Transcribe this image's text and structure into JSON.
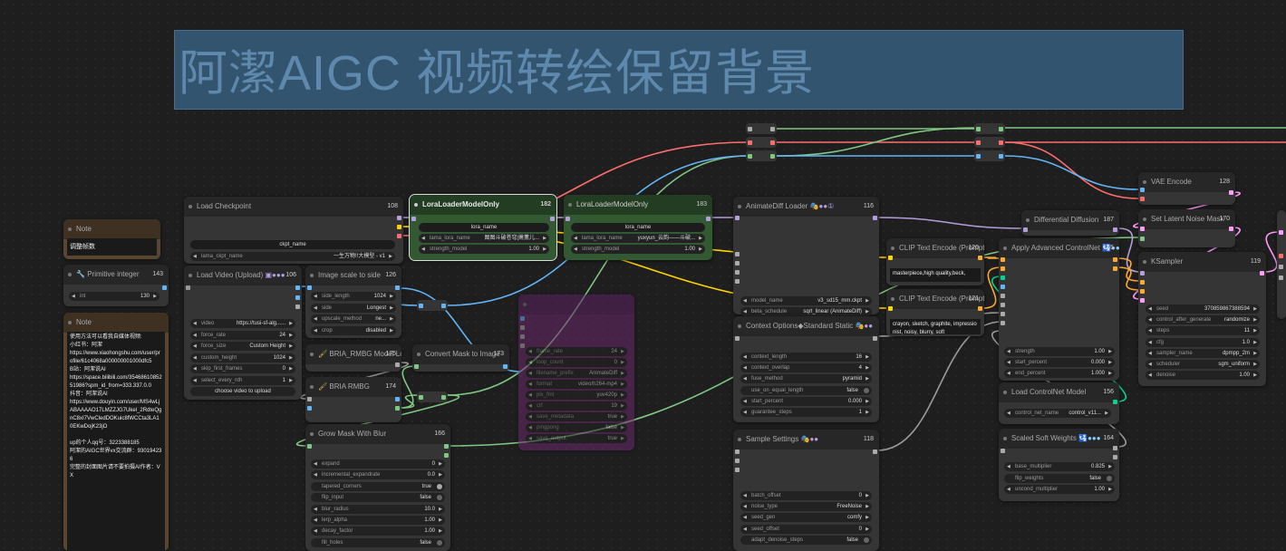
{
  "group": {
    "title": "阿潔AIGC 视频转绘保留背景"
  },
  "colors": {
    "vae": "#ff6e6e",
    "model": "#b39ddb",
    "clip": "#ffd500",
    "image": "#64b5f6",
    "mask": "#81c784",
    "latent": "#ff9cf9",
    "cond": "#ffa931",
    "controlnet": "#00d68f"
  },
  "nodes": {
    "note1": {
      "title": "Note",
      "text": "调整帧数"
    },
    "primitive": {
      "title": "Primitive integer",
      "id": "143",
      "w_int_label": "int",
      "w_int_value": "130"
    },
    "note2": {
      "title": "Note",
      "text": "使用方法可以看我自媒体视频:\n小红书：阿潔\nhttps://www.xiaohongshu.com/user/profile/61c4068a000000001000dfc5\nB站：阿潔说AI\nhttps://space.bilibili.com/3546861085251986?spm_id_from=333.337.0.0\n抖音：阿潔说AI\nhttps://www.douyin.com/user/MS4wLjABAAAAO17LMZZJG7Ukel_2RdteQgnC8xI7VwCledDOKuic8fWCCta3LA10EKwDojK23jO\n\nup的个人qq号：3223388185\n阿潔的AIGC世界vx交流群：930194236\n完整的封面图片请不要拍摄AI作者：VX"
    },
    "ckpt": {
      "title": "Load Checkpoint",
      "id": "108",
      "w_title": "ckpt_name",
      "w_label": "lama_ckpt_name",
      "w_value": "一生万物!!大模型 - v1"
    },
    "video": {
      "title": "Load Video (Upload)",
      "id": "106",
      "rows": [
        {
          "label": "video",
          "value": "https://tusi-sf-alg......"
        },
        {
          "label": "force_rate",
          "value": "24"
        },
        {
          "label": "force_size",
          "value": "Custom Height"
        },
        {
          "label": "custom_height",
          "value": "1024"
        },
        {
          "label": "skip_first_frames",
          "value": "0"
        },
        {
          "label": "select_every_nth",
          "value": "1"
        }
      ],
      "button": "choose video to upload"
    },
    "scale": {
      "title": "Image scale to side",
      "id": "126",
      "rows": [
        {
          "label": "side_length",
          "value": "1024"
        },
        {
          "label": "side",
          "value": "Longest"
        },
        {
          "label": "upscale_method",
          "value": "ne..."
        },
        {
          "label": "crop",
          "value": "disabled"
        }
      ]
    },
    "bria_loader": {
      "title": "BRIA_RMBG Model Loader",
      "id": "175"
    },
    "bria": {
      "title": "BRIA RMBG",
      "id": "174"
    },
    "convmask": {
      "title": "Convert Mask to Image",
      "id": "173"
    },
    "lora1": {
      "title": "LoraLoaderModelOnly",
      "id": "182",
      "w_title": "lora_name",
      "w_label": "lama_lora_name",
      "w_value": "图图斗破苍穹|萧薰儿...",
      "w2_label": "strength_model",
      "w2_value": "1.00"
    },
    "lora2": {
      "title": "LoraLoaderModelOnly",
      "id": "183",
      "w_title": "lora_name",
      "w_label": "lama_lora_name",
      "w_value": "yuxyun_云韵——斗破...",
      "w2_label": "strength_model",
      "w2_value": "1.00"
    },
    "grow": {
      "title": "Grow Mask With Blur",
      "id": "166",
      "rows": [
        {
          "label": "expand",
          "value": "0",
          "type": "num"
        },
        {
          "label": "incremental_expandrate",
          "value": "0.0",
          "type": "num"
        },
        {
          "label": "tapered_corners",
          "value": "true",
          "type": "tog"
        },
        {
          "label": "flip_input",
          "value": "false",
          "type": "tog"
        },
        {
          "label": "blur_radius",
          "value": "10.0",
          "type": "num"
        },
        {
          "label": "lerp_alpha",
          "value": "1.00",
          "type": "num"
        },
        {
          "label": "decay_factor",
          "value": "1.00",
          "type": "num"
        },
        {
          "label": "fill_holes",
          "value": "false",
          "type": "tog"
        }
      ]
    },
    "purple": {
      "title": "",
      "id": "",
      "rows": [
        {
          "label": "frame_rate",
          "value": "24"
        },
        {
          "label": "loop_count",
          "value": "0"
        },
        {
          "label": "filename_prefix",
          "value": "AnimateDiff"
        },
        {
          "label": "format",
          "value": "video/h264-mp4"
        },
        {
          "label": "pix_fmt",
          "value": "yuv420p"
        },
        {
          "label": "crf",
          "value": "19"
        },
        {
          "label": "save_metadata",
          "value": "true"
        },
        {
          "label": "pingpong",
          "value": "false"
        },
        {
          "label": "save_output",
          "value": "true"
        }
      ]
    },
    "animatediff": {
      "title": "AnimateDiff Loader",
      "id": "116",
      "rows": [
        {
          "label": "model_name",
          "value": "v3_sd15_mm.ckpt"
        },
        {
          "label": "beta_schedule",
          "value": "sqrt_linear (AnimateDiff)"
        }
      ]
    },
    "context": {
      "title": "Context Options◆Standard Static",
      "id": "",
      "rows": [
        {
          "label": "context_length",
          "value": "16",
          "type": "num"
        },
        {
          "label": "context_overlap",
          "value": "4",
          "type": "num"
        },
        {
          "label": "fuse_method",
          "value": "pyramid",
          "type": "num"
        },
        {
          "label": "use_on_equal_length",
          "value": "false",
          "type": "tog"
        },
        {
          "label": "start_percent",
          "value": "0.000",
          "type": "num"
        },
        {
          "label": "guarantee_steps",
          "value": "1",
          "type": "num"
        }
      ]
    },
    "sample": {
      "title": "Sample Settings",
      "id": "118",
      "rows": [
        {
          "label": "batch_offset",
          "value": "0",
          "type": "num"
        },
        {
          "label": "noise_type",
          "value": "FreeNoise",
          "type": "num"
        },
        {
          "label": "seed_gen",
          "value": "comfy",
          "type": "num"
        },
        {
          "label": "seed_offset",
          "value": "0",
          "type": "num"
        },
        {
          "label": "adapt_denoise_steps",
          "value": "false",
          "type": "tog"
        }
      ]
    },
    "clip1": {
      "title": "CLIP Text Encode (Prompt)",
      "id": "120",
      "text": "masterpiece,high quality,beck,"
    },
    "clip2": {
      "title": "CLIP Text Encode (Prompt)",
      "id": "121",
      "text": "crayon, sketch, graphite, impressionist, noisy, blurry, soft"
    },
    "diffdiff": {
      "title": "Differential Diffusion",
      "id": "187"
    },
    "apply_cn": {
      "title": "Apply Advanced ControlNet",
      "id": "155",
      "rows": [
        {
          "label": "strength",
          "value": "1.00"
        },
        {
          "label": "start_percent",
          "value": "0.000"
        },
        {
          "label": "end_percent",
          "value": "1.000"
        }
      ]
    },
    "load_cn": {
      "title": "Load ControlNet Model",
      "id": "156",
      "w_label": "control_net_name",
      "w_value": "control_v11..."
    },
    "soft": {
      "title": "Scaled Soft Weights",
      "id": "164",
      "rows": [
        {
          "label": "base_multiplier",
          "value": "0.825",
          "type": "num"
        },
        {
          "label": "flip_weights",
          "value": "false",
          "type": "tog"
        },
        {
          "label": "uncond_multiplier",
          "value": "1.00",
          "type": "num"
        }
      ]
    },
    "vae": {
      "title": "VAE Encode",
      "id": "128"
    },
    "latent_mask": {
      "title": "Set Latent Noise Mask",
      "id": "170"
    },
    "ksampler": {
      "title": "KSampler",
      "id": "119",
      "rows": [
        {
          "label": "seed",
          "value": "370859867388594"
        },
        {
          "label": "control_after_generate",
          "value": "randomize"
        },
        {
          "label": "steps",
          "value": "11"
        },
        {
          "label": "cfg",
          "value": "1.0"
        },
        {
          "label": "sampler_name",
          "value": "dpmpp_2m"
        },
        {
          "label": "scheduler",
          "value": "sgm_uniform"
        },
        {
          "label": "denoise",
          "value": "1.00"
        }
      ]
    }
  }
}
